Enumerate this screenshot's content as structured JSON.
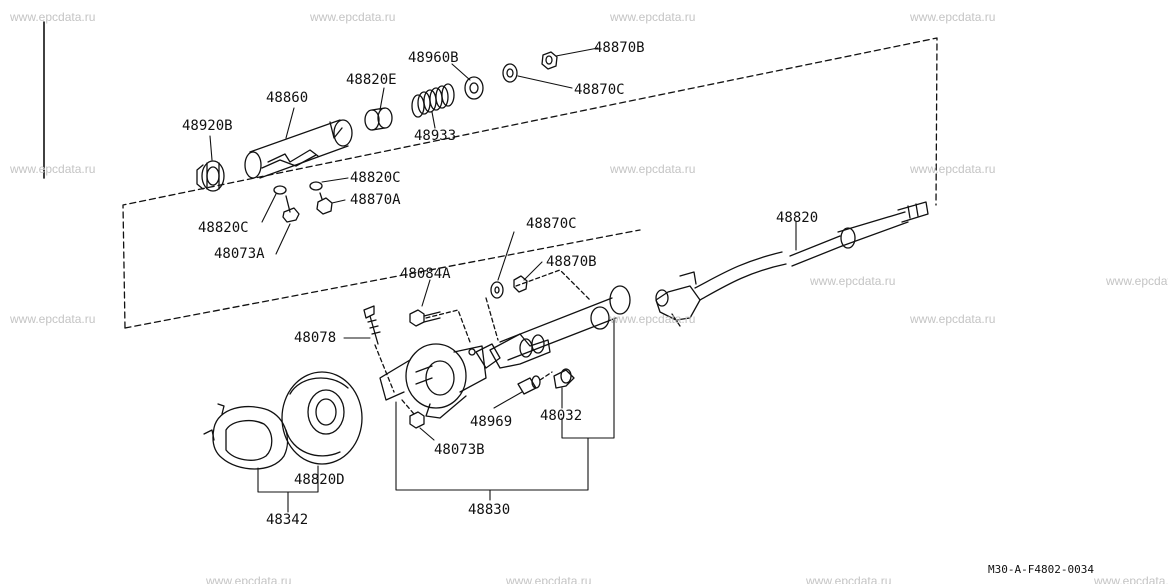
{
  "watermark_text": "www.epcdata.ru",
  "diagram_code": "M30-A-F4802-0034",
  "part_labels": {
    "p48920B": "48920B",
    "p48860": "48860",
    "p48820E": "48820E",
    "p48960B": "48960B",
    "p48870B_top": "48870B",
    "p48870C_top": "48870C",
    "p48933": "48933",
    "p48820C_right": "48820C",
    "p48870A": "48870A",
    "p48820C_left": "48820C",
    "p48073A": "48073A",
    "p48820": "48820",
    "p48870C_mid": "48870C",
    "p48870B_mid": "48870B",
    "p48084A": "48084A",
    "p48078": "48078",
    "p48969": "48969",
    "p48032": "48032",
    "p48073B": "48073B",
    "p48820D": "48820D",
    "p48342": "48342",
    "p48830": "48830"
  }
}
